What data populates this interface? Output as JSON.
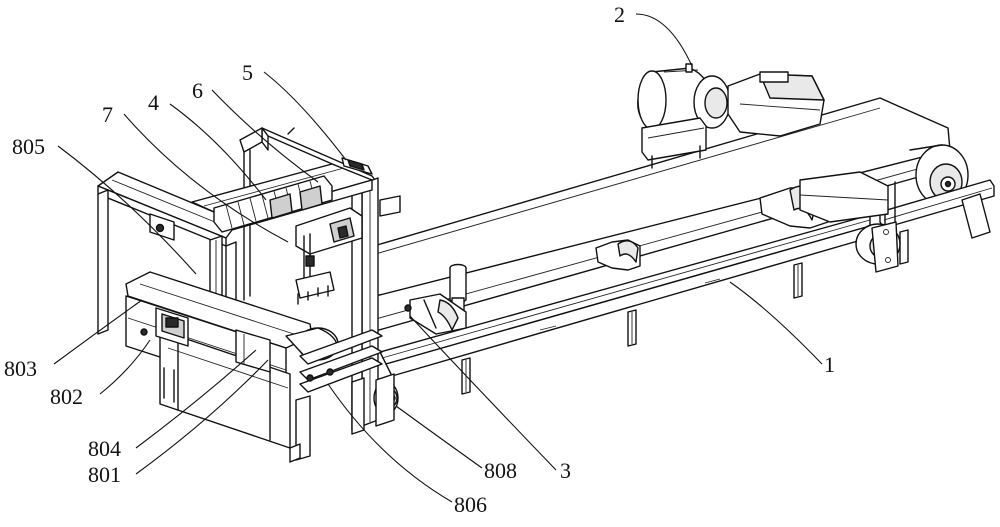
{
  "labels": {
    "l2": "2",
    "l5": "5",
    "l6": "6",
    "l4": "4",
    "l7": "7",
    "l805": "805",
    "l803": "803",
    "l802": "802",
    "l804": "804",
    "l801": "801",
    "l1": "1",
    "l808": "808",
    "l3": "3",
    "l806": "806"
  },
  "colors": {
    "line": "#111111",
    "background": "#ffffff"
  }
}
